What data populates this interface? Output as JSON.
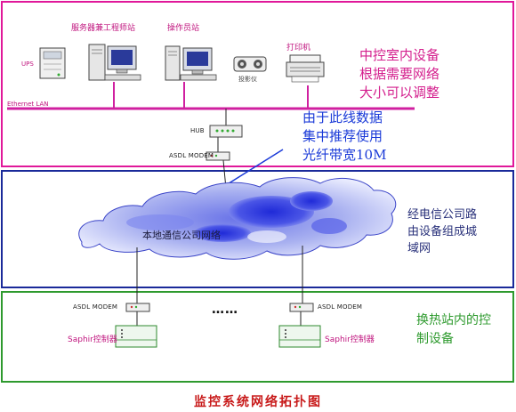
{
  "control_room": {
    "devices": {
      "ups": "UPS",
      "server_workstation": "服务器兼工程师站",
      "operator_station": "操作员站",
      "projector": "投影仪",
      "printer": "打印机"
    },
    "lan_label": "Ethernet LAN",
    "hub_label": "HUB",
    "modem_label": "ASDL MODEM",
    "note_lines": [
      "中控室内设备",
      "根据需要网络",
      "大小可以调整"
    ],
    "fiber_note_lines": [
      "由于此线数据",
      "集中推荐使用",
      "光纤带宽10M"
    ]
  },
  "city_network": {
    "cloud_label": "本地通信公司网络",
    "note_lines": [
      "经电信公司路",
      "由设备组成城",
      "域网"
    ]
  },
  "station": {
    "modem_left_label": "ASDL MODEM",
    "modem_right_label": "ASDL MODEM",
    "controller_left_label": "Saphir控制器",
    "controller_right_label": "Saphir控制器",
    "ellipsis": "……",
    "note_lines": [
      "换热站内的控",
      "制设备"
    ]
  },
  "title": "监控系统网络拓扑图",
  "colors": {
    "control_border": "#e0189a",
    "city_border": "#1a2a9a",
    "station_border": "#2e9a2e",
    "title": "#c81a1a"
  }
}
